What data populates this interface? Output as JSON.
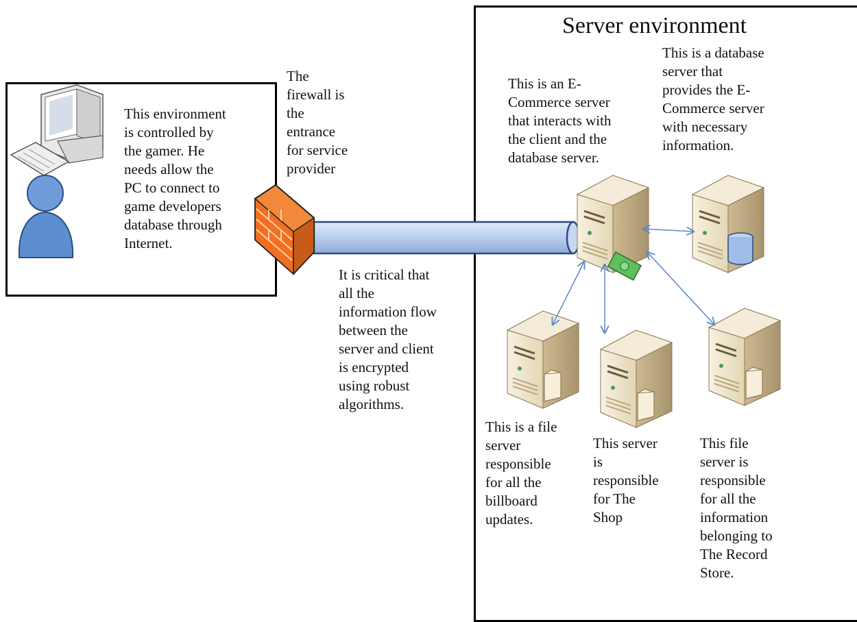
{
  "client": {
    "description": "This environment\nis controlled by\nthe gamer. He\nneeds allow the\nPC to connect to\ngame developers\ndatabase through\nInternet."
  },
  "firewall": {
    "description": "The\nfirewall is\nthe\nentrance\nfor service\nprovider"
  },
  "link": {
    "description": "It is critical that\nall the\ninformation flow\nbetween the\nserver and client\nis encrypted\nusing robust\nalgorithms."
  },
  "server_env": {
    "title": "Server environment",
    "ecommerce_description": "This is an E-\nCommerce server\nthat interacts with\nthe client and the\ndatabase server.",
    "database_description": "This is a database\nserver that\nprovides the E-\nCommerce server\nwith necessary\ninformation.",
    "billboard_description": "This is a file\nserver\nresponsible\nfor all the\nbillboard\nupdates.",
    "shop_description": "This server\nis\nresponsible\nfor The\nShop",
    "record_description": "This file\nserver is\nresponsible\nfor all the\ninformation\nbelonging to\nThe Record\nStore."
  },
  "colors": {
    "server_body": "#efe6cf",
    "server_side": "#c9b48a",
    "firewall": "#f07a2a",
    "tube": "#b9cdee",
    "arrow": "#5b86c8",
    "user": "#5d8fd0"
  }
}
